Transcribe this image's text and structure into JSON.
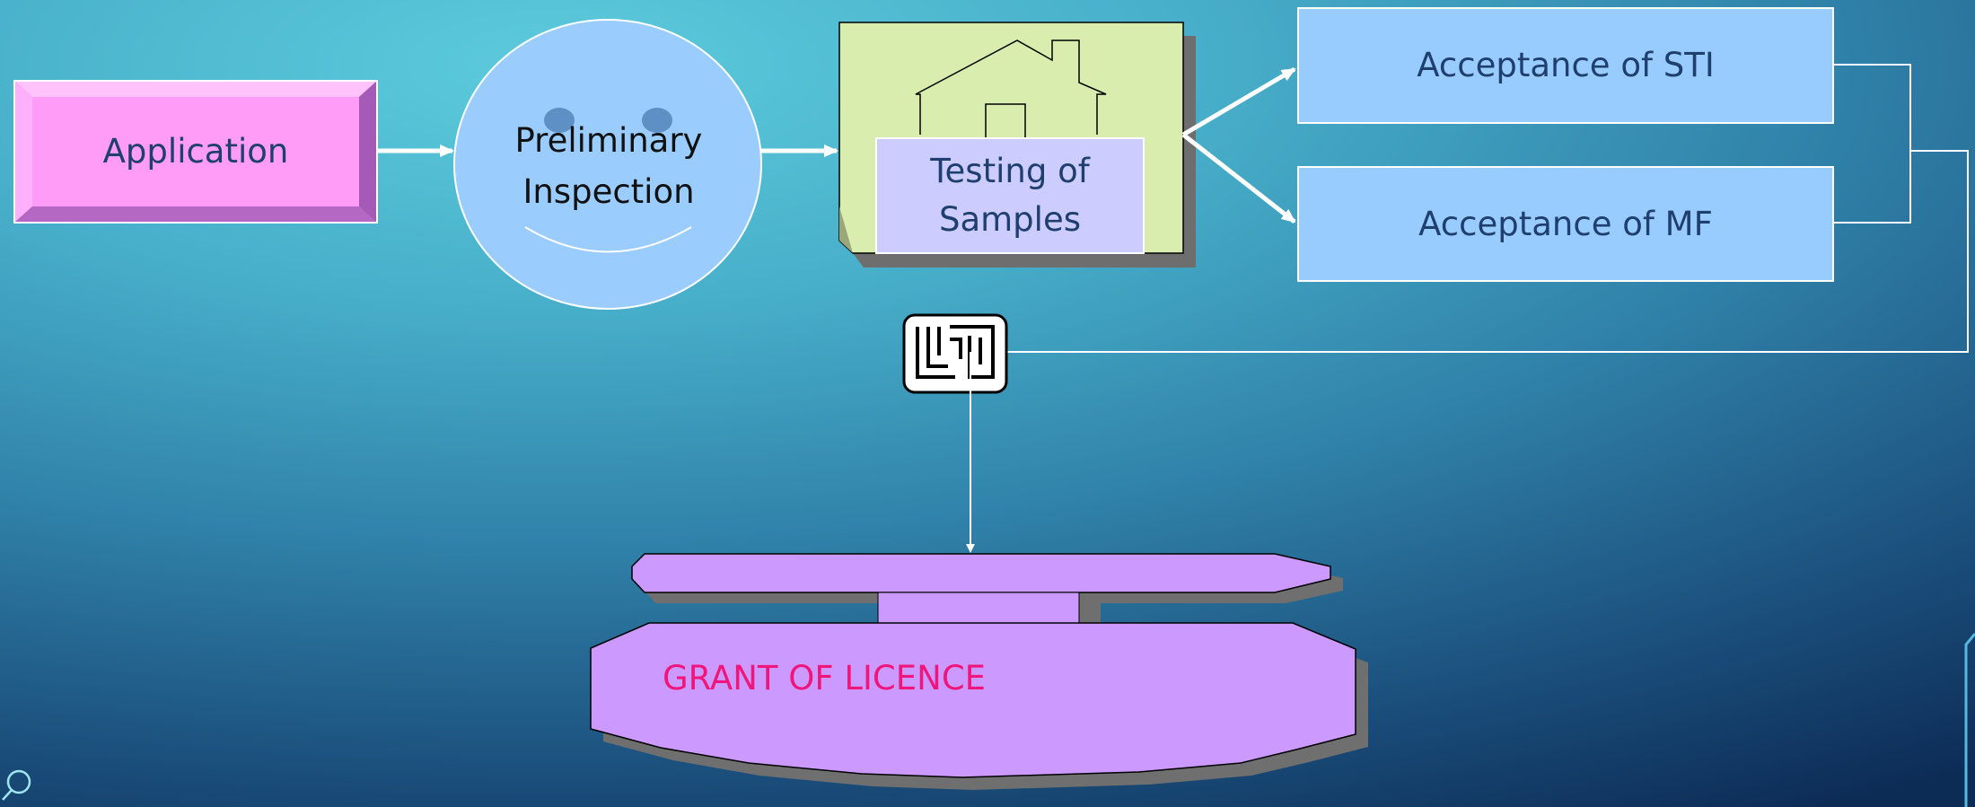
{
  "diagram": {
    "nodes": {
      "application": "Application",
      "preliminary_inspection": "Preliminary\nInspection",
      "testing_of_samples": "Testing of\nSamples",
      "acceptance_sti": "Acceptance of STI",
      "acceptance_mf": "Acceptance of MF",
      "grant_of_licence": "GRANT OF LICENCE"
    },
    "icons": {
      "smiley": "smiley-face-icon",
      "house": "house-icon",
      "isi_mark": "isi-mark-logo-icon",
      "search": "search-icon",
      "corner": "corner-bracket-decoration"
    },
    "colors": {
      "application_fill": "#ff9cf8",
      "application_bevel": "#c97ad6",
      "circle_fill": "#9acdfd",
      "testing_bg": "#d9eeae",
      "testing_box": "#ccccff",
      "acceptance_fill": "#99ccfe",
      "licence_fill": "#cc99ff",
      "licence_text": "#f0157a",
      "node_text": "#1f3f6e",
      "connector": "#ffffff"
    }
  }
}
